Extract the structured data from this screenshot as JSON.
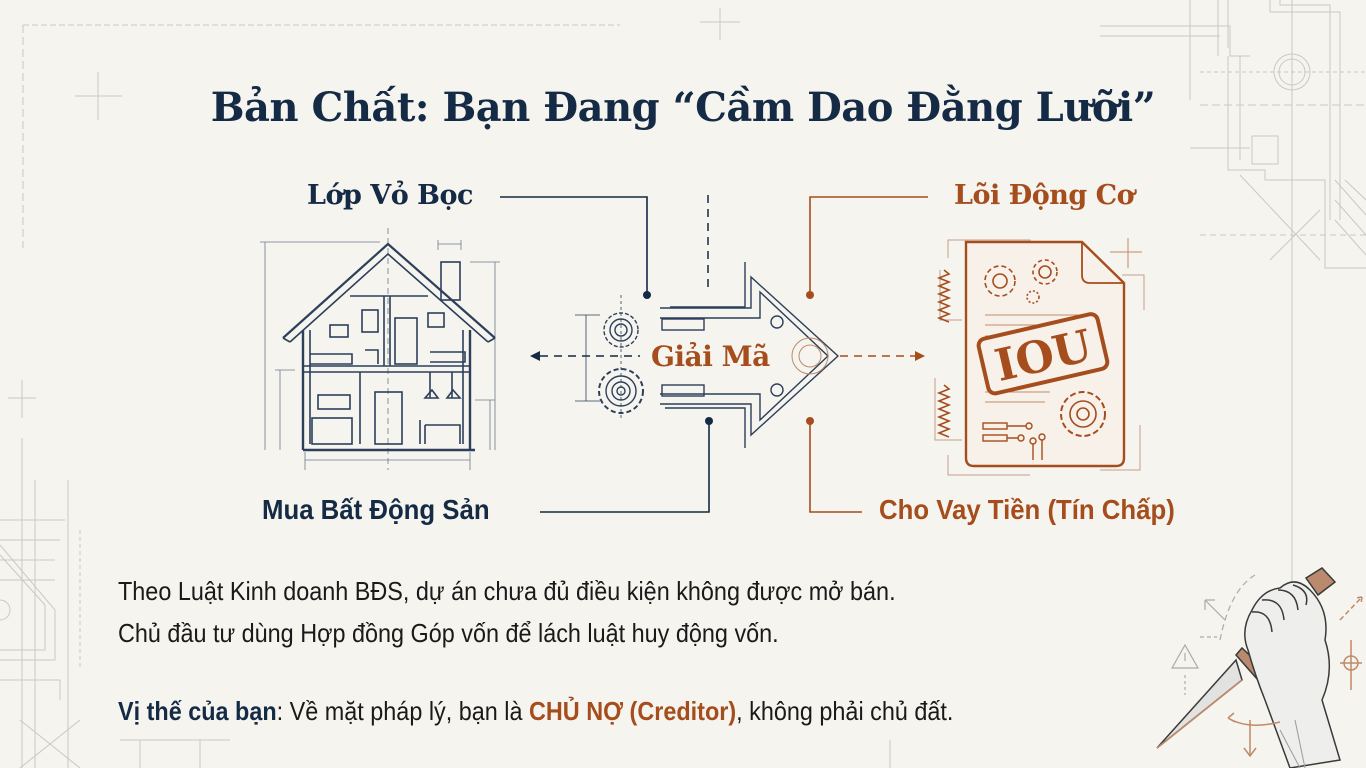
{
  "title": "Bản Chất: Bạn Đang “Cầm Dao Đằng Lưỡi”",
  "diagram": {
    "left_top_label": "Lớp Vỏ Bọc",
    "left_bottom_label": "Mua Bất Động Sản",
    "center_label": "Giải Mã",
    "right_top_label": "Lõi Động Cơ",
    "right_bottom_label": "Cho Vay Tiền (Tín Chấp)",
    "stamp_text": "IOU",
    "icons": [
      "house-blueprint-icon",
      "gears-arrow-icon",
      "iou-document-icon",
      "hand-holding-knife-icon",
      "warning-icon"
    ]
  },
  "body": {
    "line1": "Theo Luật Kinh doanh BĐS, dự án chưa đủ điều kiện không được mở bán.",
    "line2": "Chủ đầu tư dùng Hợp đồng Góp vốn để lách luật huy động vốn.",
    "position_label": "Vị thế của bạn",
    "position_mid": ": Về mặt pháp lý, bạn là ",
    "position_highlight": "CHỦ NỢ (Creditor)",
    "position_end": ", không phải chủ đất."
  },
  "colors": {
    "navy": "#142a45",
    "rust": "#a64d1d",
    "background": "#f5f4ef"
  }
}
